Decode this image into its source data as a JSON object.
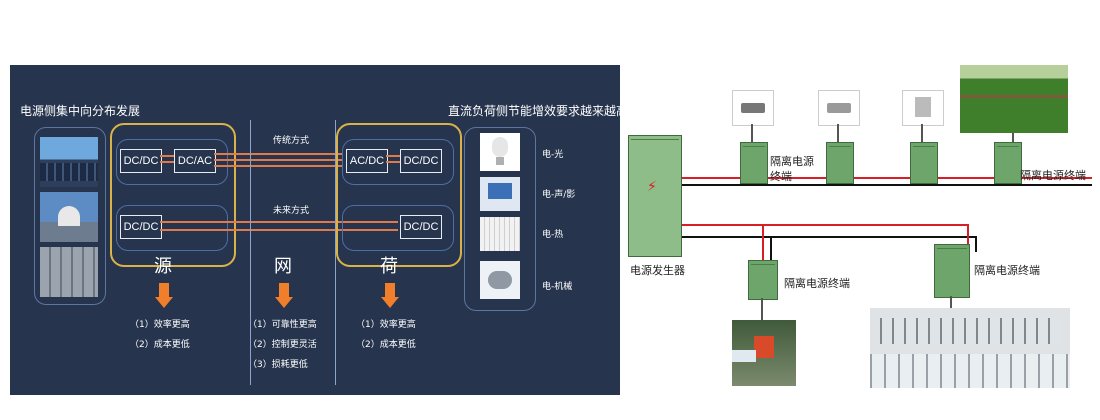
{
  "left_diagram": {
    "header_left": "电源侧集中向分布发展",
    "header_right": "直流负荷侧节能增效要求越来越高",
    "source_box1": "DC/DC",
    "source_box2": "DC/AC",
    "load_box1": "AC/DC",
    "load_box2": "DC/DC",
    "source_box3": "DC/DC",
    "load_box3": "DC/DC",
    "mode_traditional": "传统方式",
    "mode_future": "未来方式",
    "col_source": "源",
    "col_grid": "网",
    "col_load": "荷",
    "source_benefits": [
      "（1）效率更高",
      "（2）成本更低"
    ],
    "grid_benefits": [
      "（1）可靠性更高",
      "（2）控制更灵活",
      "（3）损耗更低"
    ],
    "load_benefits": [
      "（1）效率更高",
      "（2）成本更低"
    ],
    "load_types": [
      "电-光",
      "电-声/影",
      "电-热",
      "电-机械"
    ],
    "colors": {
      "background": "#26344d",
      "group_border": "#d9b24a",
      "wire": "#e07a4a",
      "arrow": "#f07e2b"
    }
  },
  "right_diagram": {
    "generator_label": "电源发生器",
    "terminal_label_1a": "隔离电源",
    "terminal_label_1b": "终端",
    "terminal_label_2": "隔离电源终端",
    "terminal_label_3": "隔离电源终端",
    "terminal_label_4": "隔离电源终端",
    "generator_symbol": "⚡",
    "colors": {
      "cabinet": "#6ea56a",
      "power_red": "#d81f26",
      "power_black": "#111111"
    }
  }
}
